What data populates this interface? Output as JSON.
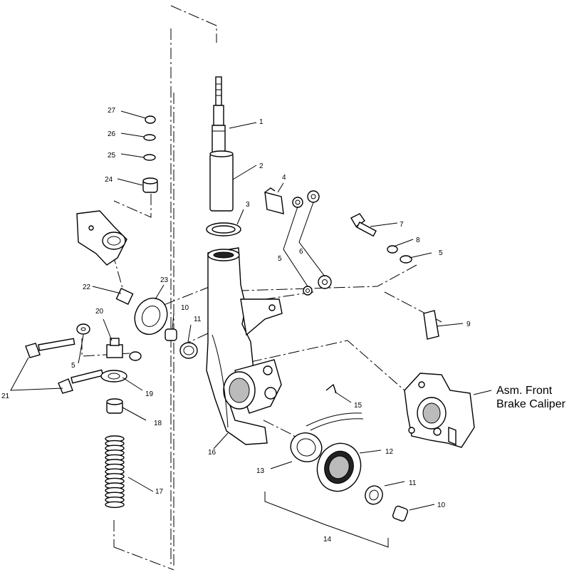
{
  "diagram": {
    "assembly_label_line1": "Asm. Front",
    "assembly_label_line2": "Brake Caliper",
    "callouts": {
      "c1": "1",
      "c2": "2",
      "c3": "3",
      "c4": "4",
      "c5a": "5",
      "c5b": "5",
      "c5c": "5",
      "c6": "6",
      "c7": "7",
      "c8": "8",
      "c9": "9",
      "c10a": "10",
      "c10b": "10",
      "c11a": "11",
      "c11b": "11",
      "c12": "12",
      "c13": "13",
      "c14": "14",
      "c15": "15",
      "c16": "16",
      "c17": "17",
      "c18": "18",
      "c19": "19",
      "c20": "20",
      "c21": "21",
      "c22": "22",
      "c23": "23",
      "c24": "24",
      "c25": "25",
      "c26": "26",
      "c27": "27"
    }
  }
}
